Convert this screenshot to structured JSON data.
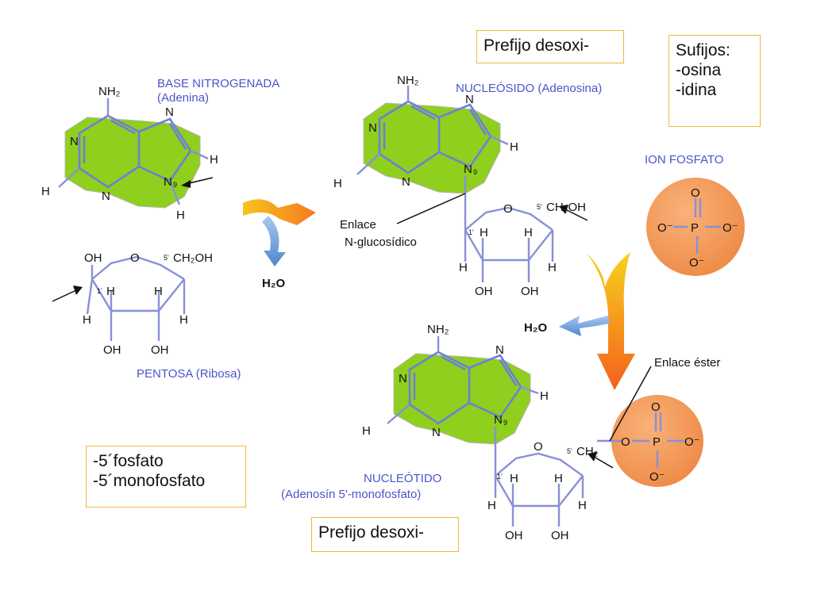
{
  "boxes": {
    "prefix_top": "Prefijo desoxi-",
    "suffixes": [
      "Sufijos:",
      "-osina",
      "-idina"
    ],
    "phosphate_names": [
      "-5´fosfato",
      "-5´monofosfato"
    ],
    "prefix_bottom": "Prefijo desoxi-"
  },
  "labels": {
    "base_title": "BASE NITROGENADA",
    "base_name": "(Adenina)",
    "pentose": "PENTOSA  (Ribosa)",
    "nucleoside_title": "NUCLEÓSIDO  (Adenosina)",
    "ion_phosphate": "ION FOSFATO",
    "nucleotide_title": "NUCLEÓTIDO",
    "nucleotide_name": "(Adenosín 5'-monofosfato)",
    "glycosidic_bond_1": "Enlace",
    "glycosidic_bond_2": "N-glucosídico",
    "ester_bond": "Enlace éster",
    "water_1": "H₂O",
    "water_2": "H₂O"
  },
  "atoms": {
    "NH2": "NH₂",
    "N": "N",
    "H": "H",
    "O": "O",
    "OH": "OH",
    "CH2OH": "CH₂OH",
    "CH2": "CH₂",
    "P": "P",
    "O_minus": "O⁻",
    "num_1": "1'",
    "num_5": "5'",
    "num_9": "9"
  },
  "colors": {
    "base_fill": "#8fcf1d",
    "phosphate_fill": "#f4a05c",
    "label_blue": "#4a55c8",
    "bond_blue": "#6f7fd6",
    "box_border": "#f5b53a",
    "arrow_orange": "#f47c20",
    "arrow_yellow": "#f7c21d",
    "arrow_blue": "#6c9bd8"
  }
}
